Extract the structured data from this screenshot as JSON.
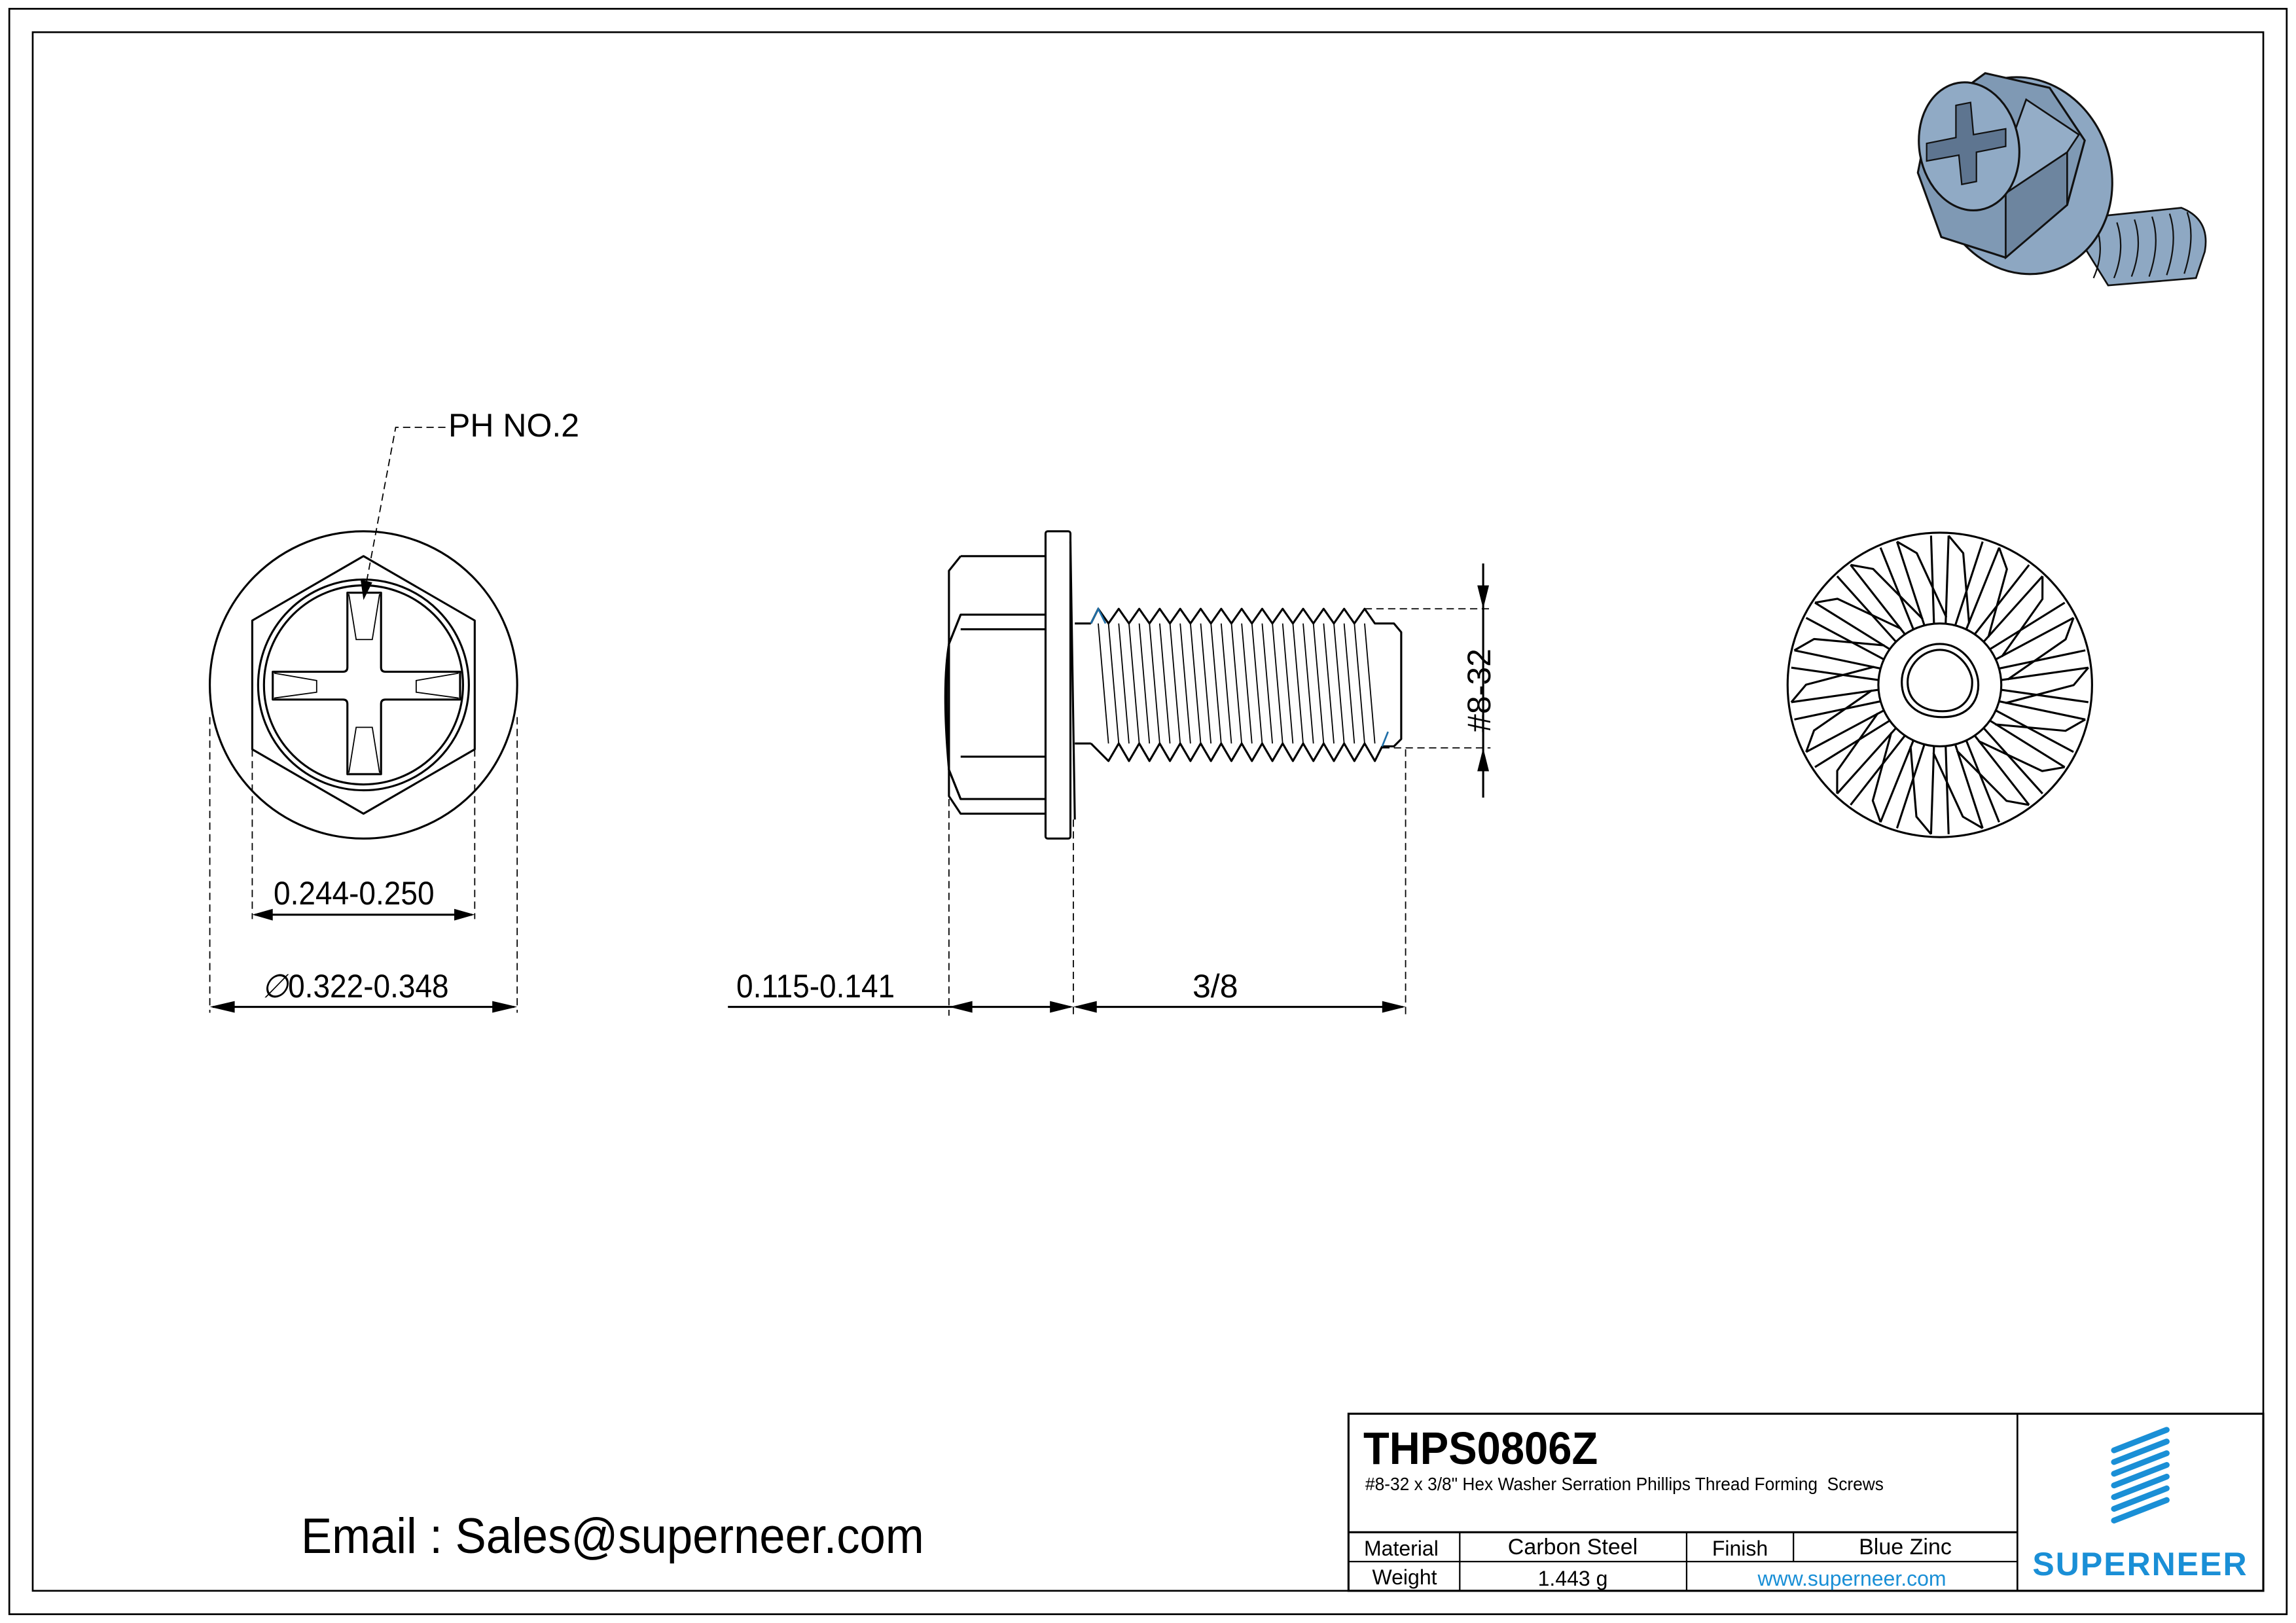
{
  "drawing": {
    "callouts": {
      "recess": "PH NO.2"
    },
    "dimensions": {
      "hex_across_flats": "0.244-0.250",
      "washer_diameter_symbol": "∅",
      "washer_diameter": "0.322-0.348",
      "head_height": "0.115-0.141",
      "length": "3/8",
      "thread": "#8-32"
    },
    "views": [
      "top-view",
      "side-view",
      "bottom-view",
      "isometric-render"
    ]
  },
  "contact": {
    "email_line": "Email : Sales@superneer.com"
  },
  "title_block": {
    "part_number": "THPS0806Z",
    "description": "#8-32 x 3/8\" Hex Washer Serration Phillips Thread Forming  Screws",
    "material_label": "Material",
    "material_value": "Carbon Steel",
    "finish_label": "Finish",
    "finish_value": "Blue Zinc",
    "weight_label": "Weight",
    "weight_value": "1.443 g",
    "website": "www.superneer.com",
    "brand": "SUPERNEER"
  },
  "colors": {
    "brand_blue": "#1a8fd6",
    "render_blue": "#8fa9c4",
    "line": "#000000"
  }
}
